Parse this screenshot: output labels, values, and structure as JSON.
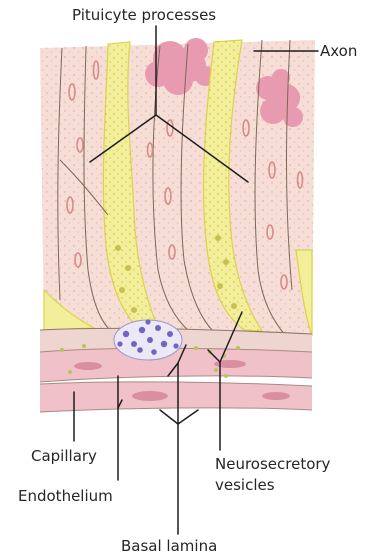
{
  "labels": {
    "pituicyte_processes": "Pituicyte processes",
    "axon": "Axon",
    "capillary": "Capillary",
    "endothelium": "Endothelium",
    "basal_lamina": "Basal lamina",
    "neurosecretory_line1": "Neurosecretory",
    "neurosecretory_line2": "vesicles"
  },
  "colors": {
    "axon_fill": "#f6ddd6",
    "pituicyte_fill": "#f2ee9a",
    "pituicyte_edge": "#ddd24a",
    "cell_outline": "#7a6a55",
    "herring_body": "#e79ab0",
    "granule": "#e6a7a0",
    "capillary_lumen": "#8e86d4",
    "endothelium": "#f0c1c9",
    "vesicle_green": "#b9c45a",
    "leader_line": "#1e1e1e"
  }
}
